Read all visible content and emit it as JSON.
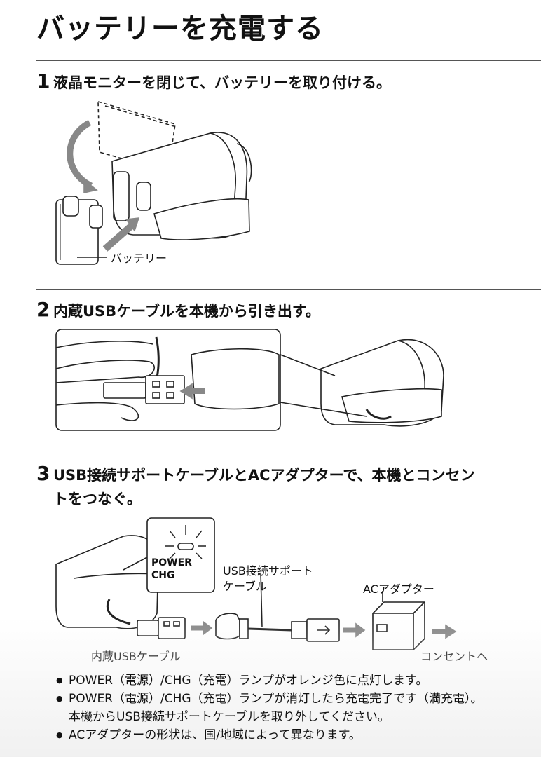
{
  "title": "バッテリーを充電する",
  "steps": [
    {
      "num": "1",
      "text": "液晶モニターを閉じて、バッテリーを取り付ける。"
    },
    {
      "num": "2",
      "text": "内蔵USBケーブルを本機から引き出す。"
    },
    {
      "num": "3",
      "line1": "USB接続サポートケーブルとACアダプターで、本機とコンセン",
      "line2": "トをつなぐ。"
    }
  ],
  "labels": {
    "battery": "バッテリー",
    "power": "POWER",
    "chg": "CHG",
    "support_cable_line1": "USB接続サポート",
    "support_cable_line2": "ケーブル",
    "ac_adapter": "ACアダプター",
    "builtin_usb": "内蔵USBケーブル",
    "outlet": "コンセントへ"
  },
  "notes": [
    {
      "text": "POWER（電源）/CHG（充電）ランプがオレンジ色に点灯します。"
    },
    {
      "text": "POWER（電源）/CHG（充電）ランプが消灯したら充電完了です（満充電）。",
      "cont": "本機からUSB接続サポートケーブルを取り外してください。"
    },
    {
      "text": "ACアダプターの形状は、国/地域によって異なります。"
    }
  ]
}
